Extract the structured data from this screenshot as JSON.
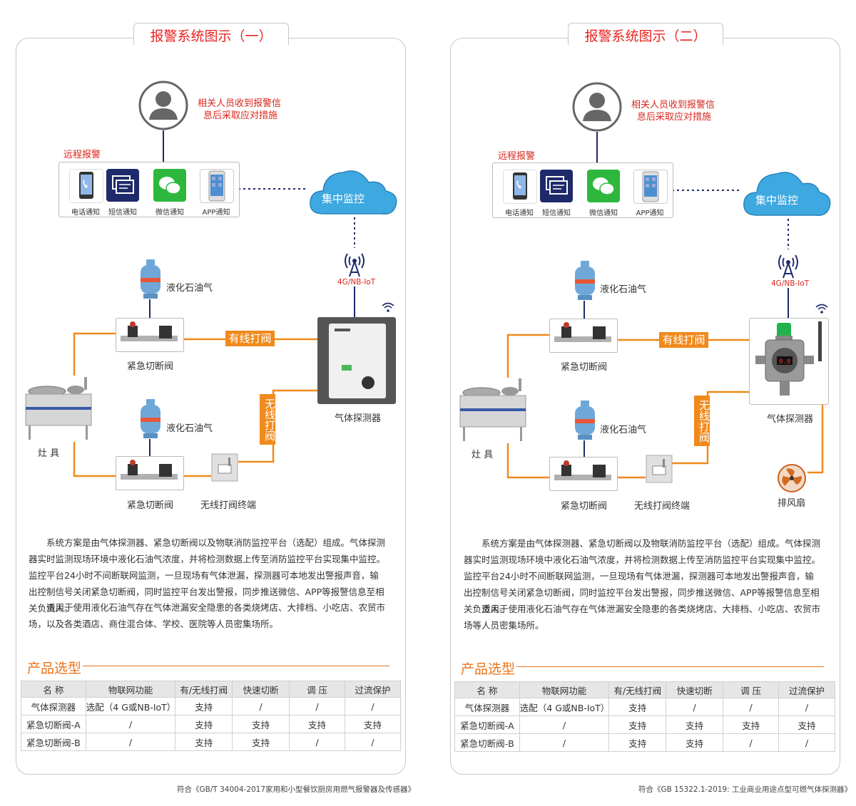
{
  "colors": {
    "accent_red": "#e8231f",
    "orange": "#f08a1c",
    "navy": "#1f2a6b",
    "cloud": "#3ea8e0"
  },
  "panels": [
    {
      "title": "报警系统图示（一）",
      "alert_line1": "相关人员收到报警信",
      "alert_line2": "息后采取应对措施",
      "remote_label": "远程报警",
      "apps": [
        "电话通知",
        "短信通知",
        "微信通知",
        "APP通知"
      ],
      "cloud_label": "集中监控",
      "signal_label": "4G/NB-IoT",
      "lpg_label": "液化石油气",
      "valve_label": "紧急切断阀",
      "wired_label": "有线打阀",
      "wireless_label": "无线打阀",
      "detector_label": "气体探测器",
      "stove_label": "灶 具",
      "terminal_label": "无线打阀终端",
      "paragraph1": "系统方案是由气体探测器、紧急切断阀以及物联消防监控平台（选配）组成。气体探测器实时监测现场环境中液化石油气浓度，并将检测数据上传至消防监控平台实现集中监控。监控平台24小时不间断联网监测，一旦现场有气体泄漏，探测器可本地发出警报声音，输出控制信号关闭紧急切断阀，同时监控平台发出警报，同步推送微信、APP等报警信息至相关负责人。",
      "paragraph2": "适用于使用液化石油气存在气体泄漏安全隐患的各类烧烤店、大排档、小吃店、农贸市场，以及各类酒店、商住混合体、学校、医院等人员密集场所。",
      "selection_title": "产品选型",
      "table": {
        "headers": [
          "名 称",
          "物联网功能",
          "有/无线打阀",
          "快速切断",
          "调 压",
          "过流保护"
        ],
        "rows": [
          [
            "气体探测器",
            "选配（4 G或NB-IoT）",
            "支持",
            "/",
            "/",
            "/"
          ],
          [
            "紧急切断阀-A",
            "/",
            "支持",
            "支持",
            "支持",
            "支持"
          ],
          [
            "紧急切断阀-B",
            "/",
            "支持",
            "支持",
            "/",
            "/"
          ]
        ]
      },
      "footnote": "符合《GB/T 34004-2017家用和小型餐饮厨房用燃气报警器及传感器》"
    },
    {
      "title": "报警系统图示（二）",
      "alert_line1": "相关人员收到报警信",
      "alert_line2": "息后采取应对措施",
      "remote_label": "远程报警",
      "apps": [
        "电话通知",
        "短信通知",
        "微信通知",
        "APP通知"
      ],
      "cloud_label": "集中监控",
      "signal_label": "4G/NB-IoT",
      "lpg_label": "液化石油气",
      "valve_label": "紧急切断阀",
      "wired_label": "有线打阀",
      "wireless_label": "无线打阀",
      "detector_label": "气体探测器",
      "stove_label": "灶 具",
      "terminal_label": "无线打阀终端",
      "fan_label": "排风扇",
      "paragraph1": "系统方案是由气体探测器、紧急切断阀以及物联消防监控平台（选配）组成。气体探测器实时监测现场环境中液化石油气浓度，并将检测数据上传至消防监控平台实现集中监控。监控平台24小时不间断联网监测，一旦现场有气体泄漏，探测器可本地发出警报声音，输出控制信号关闭紧急切断阀，同时监控平台发出警报，同步推送微信、APP等报警信息至相关负责人。",
      "paragraph2": "适用于使用液化石油气存在气体泄漏安全隐患的各类烧烤店、大排档、小吃店、农贸市场等人员密集场所。",
      "selection_title": "产品选型",
      "table": {
        "headers": [
          "名 称",
          "物联网功能",
          "有/无线打阀",
          "快速切断",
          "调 压",
          "过流保护"
        ],
        "rows": [
          [
            "气体探测器",
            "选配（4 G或NB-IoT）",
            "支持",
            "/",
            "/",
            "/"
          ],
          [
            "紧急切断阀-A",
            "/",
            "支持",
            "支持",
            "支持",
            "支持"
          ],
          [
            "紧急切断阀-B",
            "/",
            "支持",
            "支持",
            "/",
            "/"
          ]
        ]
      },
      "footnote": "符合《GB 15322.1-2019: 工业商业用途点型可燃气体探测器》"
    }
  ]
}
